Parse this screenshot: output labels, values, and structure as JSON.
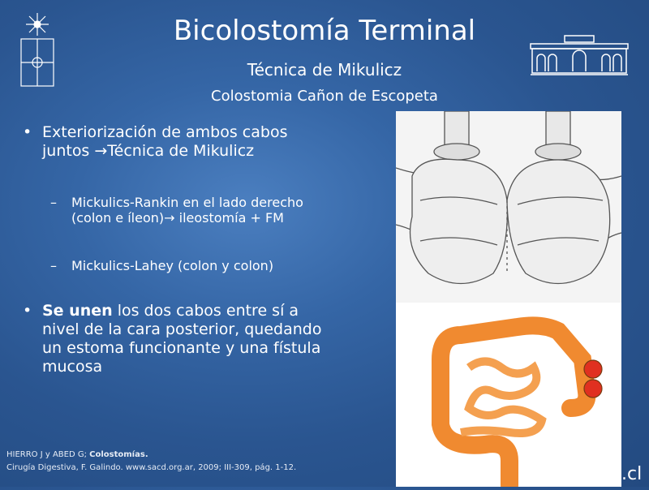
{
  "slide": {
    "title": "Bicolostomía Terminal",
    "subtitle1": "Técnica de Mikulicz",
    "subtitle2": "Colostomia Cañon de Escopeta",
    "bullets": [
      {
        "text": "Exteriorización de ambos cabos juntos →Técnica de Mikulicz",
        "subitems": [
          "Mickulics-Rankin en el lado derecho (colon e íleon)→ ileostomía + FM",
          "Mickulics-Lahey (colon y colon)"
        ]
      },
      {
        "bold": "Se unen",
        "text": " los dos cabos entre sí a nivel de la cara posterior, quedando un estoma funcionante y una fístula mucosa"
      }
    ],
    "reference": {
      "line1_plain": "HIERRO J y ABED G; ",
      "line1_bold": "Colostomías.",
      "line2": "Cirugía Digestiva, F. Galindo. www.sacd.org.ar, 2009; III-309, pág. 1-12."
    },
    "footer_suffix": ".cl",
    "bullet_glyph": "•",
    "dash_glyph": "–"
  }
}
